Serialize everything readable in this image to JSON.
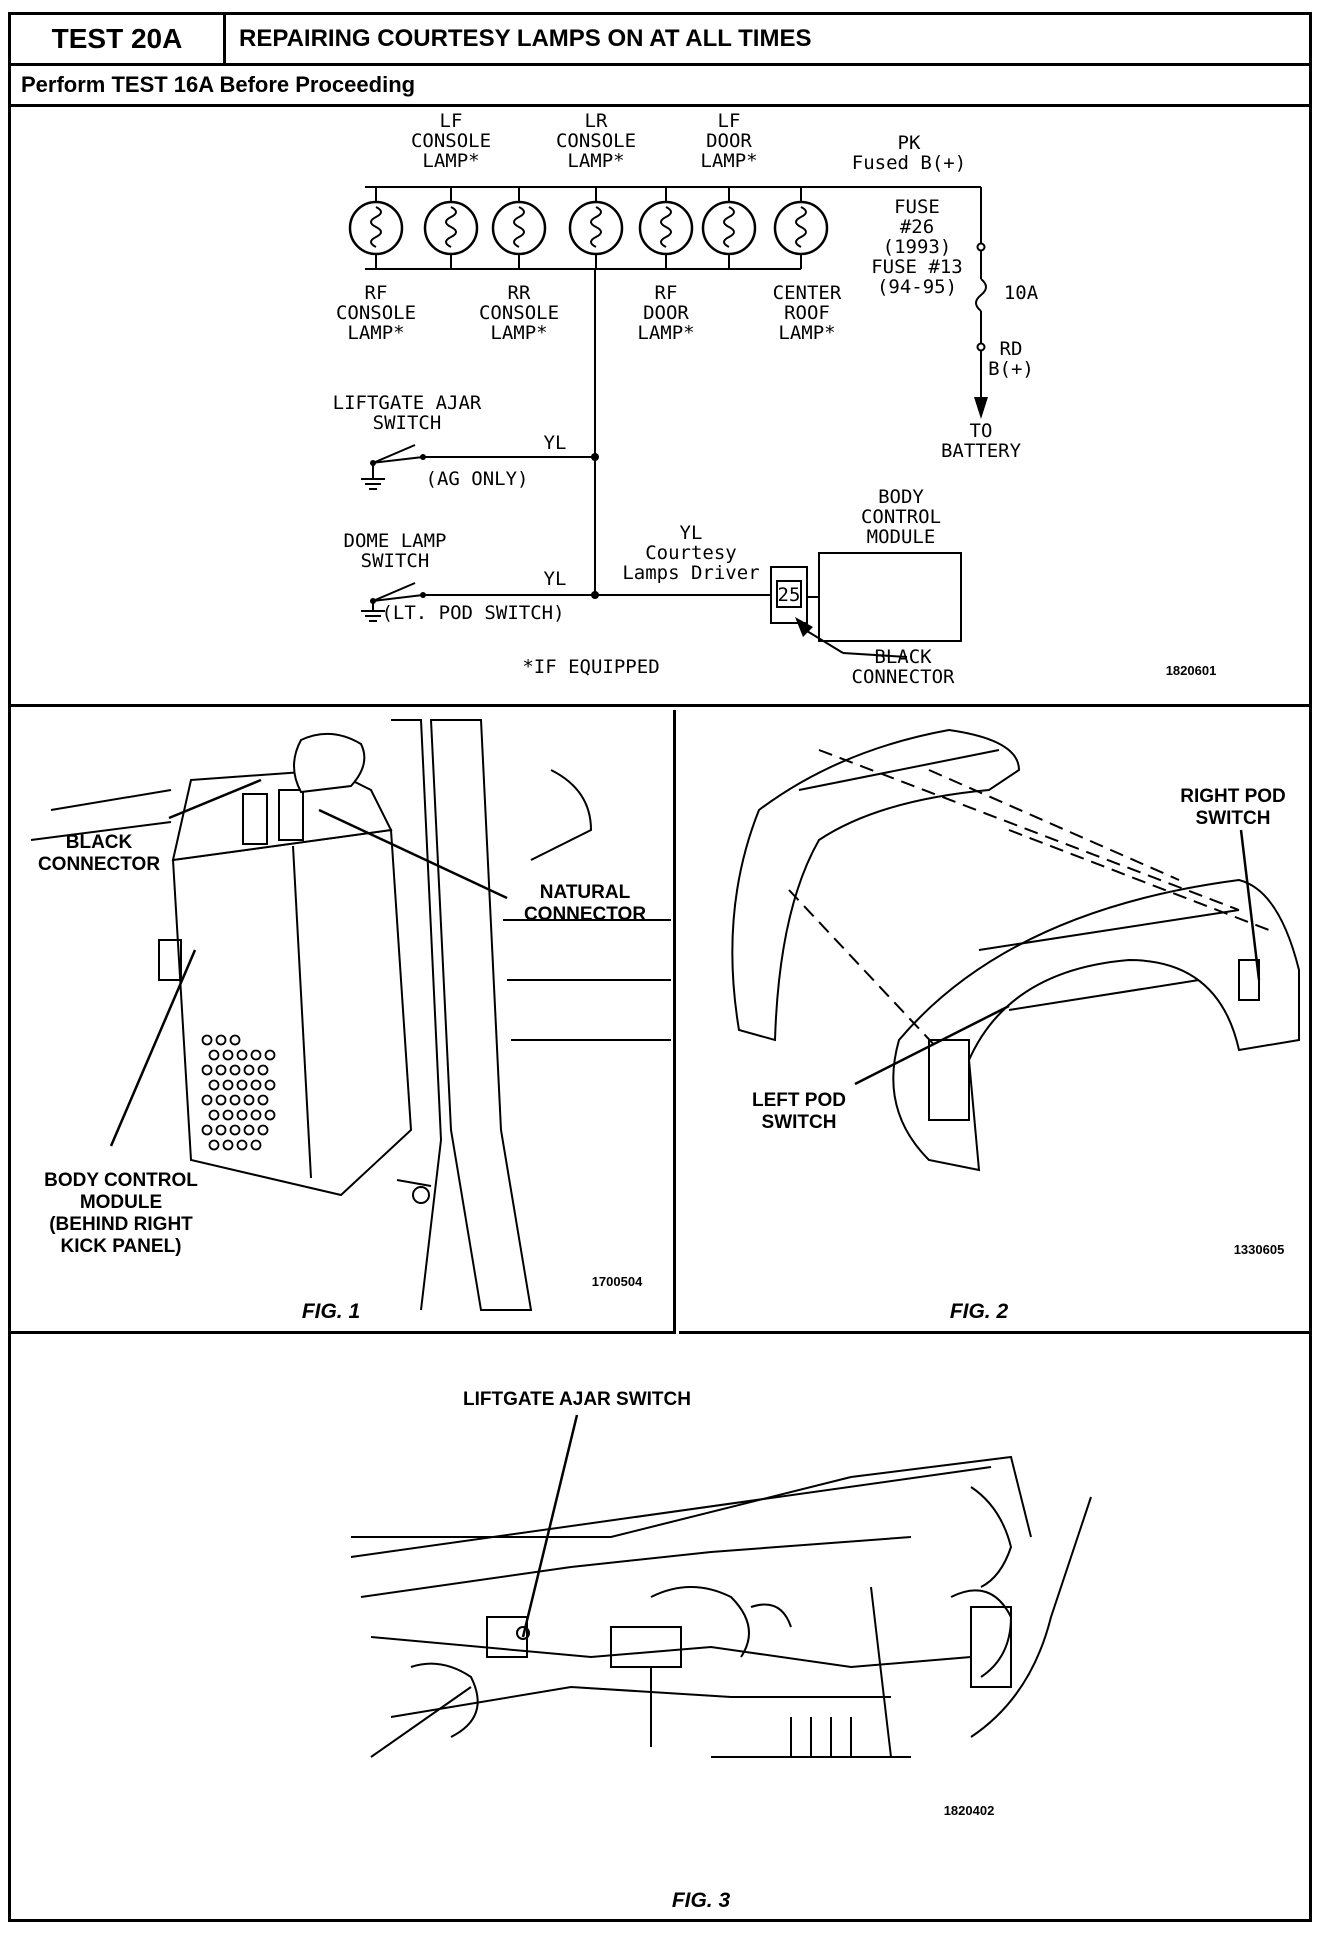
{
  "header": {
    "test_number": "TEST 20A",
    "title": "REPAIRING COURTESY LAMPS ON AT ALL TIMES"
  },
  "subheader": "Perform TEST 16A Before Proceeding",
  "schematic": {
    "lamp_labels_top": {
      "lf_console": [
        "LF",
        "CONSOLE",
        "LAMP*"
      ],
      "lr_console": [
        "LR",
        "CONSOLE",
        "LAMP*"
      ],
      "lf_door": [
        "LF",
        "DOOR",
        "LAMP*"
      ]
    },
    "lamp_labels_bottom": {
      "rf_console": [
        "RF",
        "CONSOLE",
        "LAMP*"
      ],
      "rr_console": [
        "RR",
        "CONSOLE",
        "LAMP*"
      ],
      "rf_door": [
        "RF",
        "DOOR",
        "LAMP*"
      ],
      "center_roof": [
        "CENTER",
        "ROOF",
        "LAMP*"
      ]
    },
    "pk_wire": [
      "PK",
      "Fused B(+)"
    ],
    "fuse": [
      "FUSE",
      "#26",
      "(1993)",
      "FUSE #13",
      "(94-95)"
    ],
    "fuse_rating": "10A",
    "rd_wire": [
      "RD",
      "B(+)"
    ],
    "to_battery": [
      "TO",
      "BATTERY"
    ],
    "liftgate_switch": [
      "LIFTGATE AJAR",
      "SWITCH"
    ],
    "liftgate_wire": "YL",
    "liftgate_note": "(AG ONLY)",
    "dome_switch": [
      "DOME LAMP",
      "SWITCH"
    ],
    "dome_wire": "YL",
    "dome_note": "(LT. POD SWITCH)",
    "driver_label": [
      "YL",
      "Courtesy",
      "Lamps Driver"
    ],
    "pin": "25",
    "bcm": [
      "BODY",
      "CONTROL",
      "MODULE"
    ],
    "black_connector": [
      "BLACK",
      "CONNECTOR"
    ],
    "footnote": "*IF EQUIPPED",
    "code": "1820601"
  },
  "fig1": {
    "caption": "FIG. 1",
    "code": "1700504",
    "black_connector": [
      "BLACK",
      "CONNECTOR"
    ],
    "natural_connector": [
      "NATURAL",
      "CONNECTOR"
    ],
    "bcm": [
      "BODY CONTROL",
      "MODULE",
      "(BEHIND RIGHT",
      "KICK PANEL)"
    ]
  },
  "fig2": {
    "caption": "FIG. 2",
    "code": "1330605",
    "right_pod": [
      "RIGHT POD",
      "SWITCH"
    ],
    "left_pod": [
      "LEFT POD",
      "SWITCH"
    ]
  },
  "fig3": {
    "caption": "FIG. 3",
    "code": "1820402",
    "liftgate": "LIFTGATE AJAR SWITCH"
  }
}
